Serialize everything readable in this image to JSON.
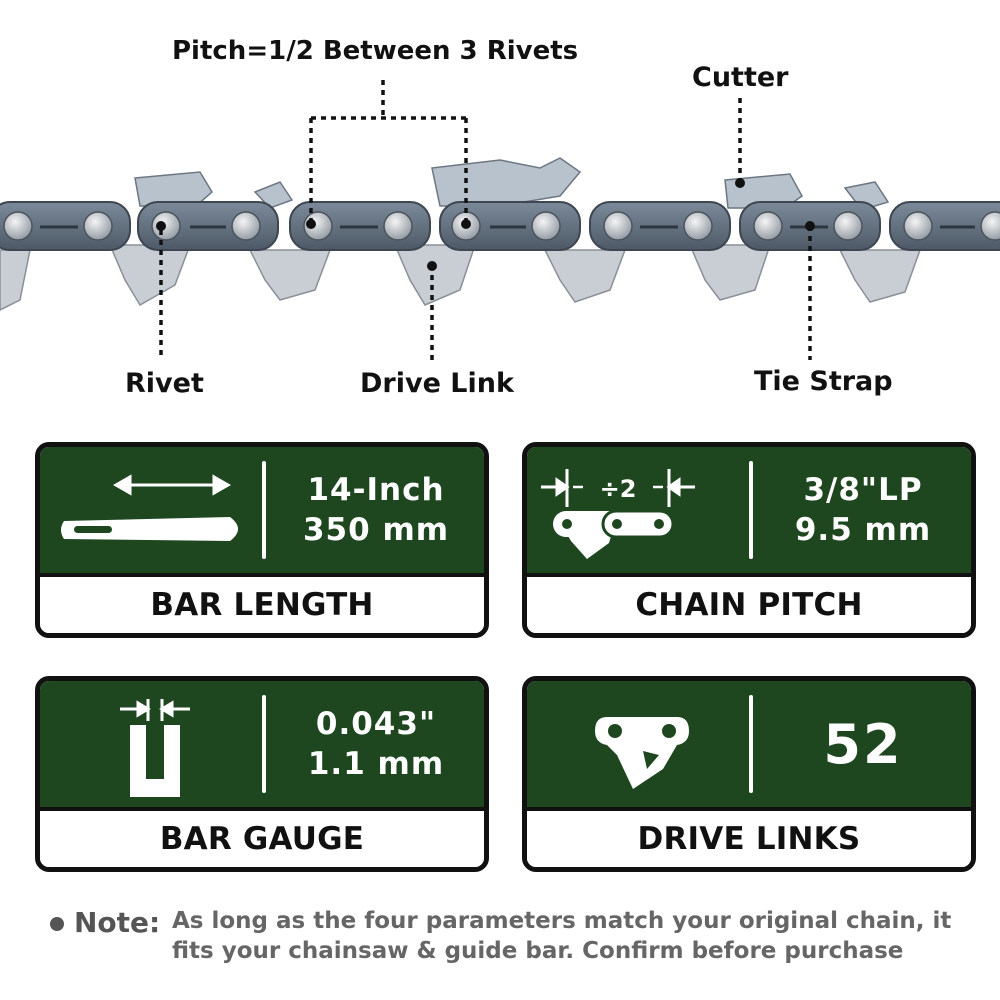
{
  "diagram": {
    "labels": {
      "pitch": "Pitch=1/2 Between 3 Rivets",
      "cutter": "Cutter",
      "rivet": "Rivet",
      "drive_link": "Drive Link",
      "tie_strap": "Tie Strap"
    }
  },
  "specs": {
    "bar_length": {
      "line1": "14-Inch",
      "line2": "350 mm",
      "label": "BAR LENGTH",
      "icon": "guide-bar-icon"
    },
    "chain_pitch": {
      "line1": "3/8\"LP",
      "line2": "9.5 mm",
      "label": "CHAIN PITCH",
      "icon_text": "÷2",
      "icon": "chain-pitch-icon"
    },
    "bar_gauge": {
      "line1": "0.043\"",
      "line2": "1.1 mm",
      "label": "BAR GAUGE",
      "icon": "bar-gauge-icon"
    },
    "drive_links": {
      "value": "52",
      "label": "DRIVE LINKS",
      "icon": "drive-link-icon"
    }
  },
  "note": {
    "title": "Note:",
    "text": "As long as the four parameters match your original chain, it fits your chainsaw & guide bar. Confirm before purchase"
  },
  "colors": {
    "panel_green": "#1e4720",
    "border": "#111111",
    "text_gray": "#555555"
  }
}
